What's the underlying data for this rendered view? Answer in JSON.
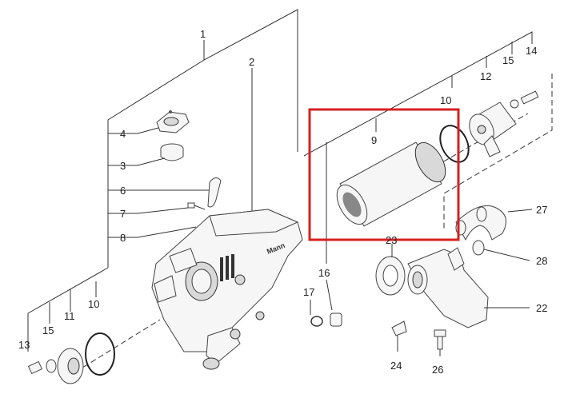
{
  "diagram": {
    "labels": {
      "l1": "1",
      "l2": "2",
      "l3": "3",
      "l4": "4",
      "l6": "6",
      "l7": "7",
      "l8": "8",
      "l9": "9",
      "l10a": "10",
      "l10b": "10",
      "l11": "11",
      "l12": "12",
      "l13": "13",
      "l14": "14",
      "l15a": "15",
      "l15b": "15",
      "l16": "16",
      "l17": "17",
      "l22": "22",
      "l23": "23",
      "l24": "24",
      "l26": "26",
      "l27": "27",
      "l28": "28"
    },
    "brand_text": "Mann",
    "highlight_color": "#d62020"
  }
}
